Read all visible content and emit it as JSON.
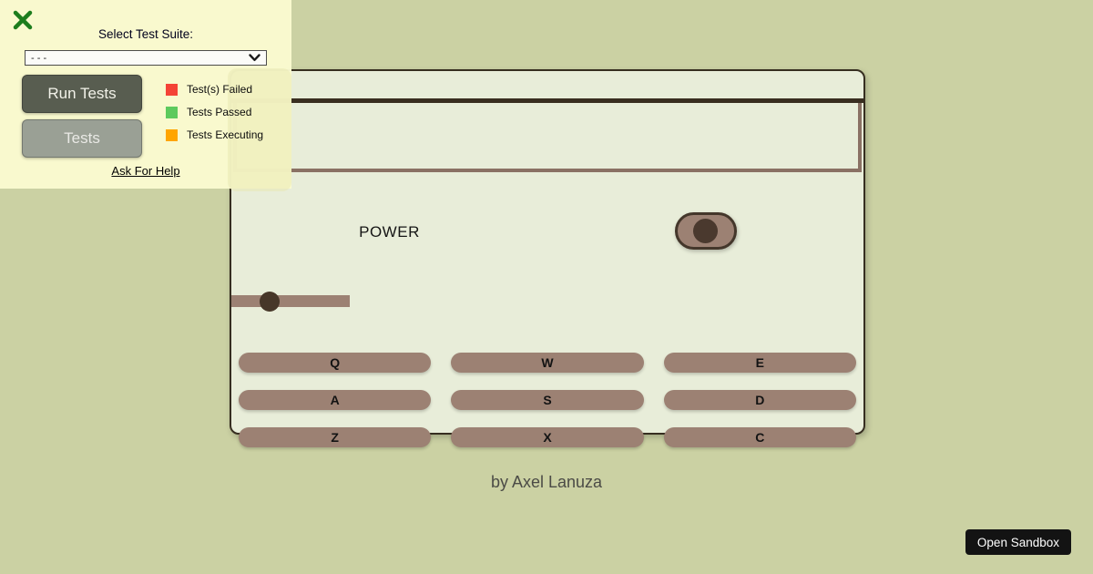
{
  "page": {
    "background_color": "#cbd1a3",
    "credit": "by Axel Lanuza"
  },
  "test_panel": {
    "title": "Select Test Suite:",
    "select_value": "- - -",
    "run_tests_label": "Run Tests",
    "tests_label": "Tests",
    "help_link": "Ask For Help",
    "icons": {
      "close": "x-mark",
      "select_chevron": "chevron-down"
    },
    "legend": [
      {
        "label": "Test(s) Failed",
        "color": "#f44336"
      },
      {
        "label": "Tests Passed",
        "color": "#5dca5d"
      },
      {
        "label": "Tests Executing",
        "color": "#ffa500"
      }
    ]
  },
  "synth": {
    "power_label": "POWER",
    "keys": [
      "Q",
      "W",
      "E",
      "A",
      "S",
      "D",
      "Z",
      "X",
      "C"
    ],
    "slider": {
      "value_percent": 32
    },
    "colors": {
      "panel": "#e8edd9",
      "panel_border": "#362e20",
      "display_border": "#8a7164",
      "control": "#9c8173",
      "knob": "#4a392e"
    }
  },
  "sandbox": {
    "label": "Open Sandbox"
  }
}
